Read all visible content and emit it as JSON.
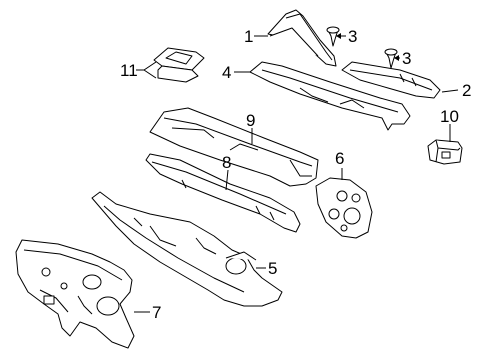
{
  "callouts": {
    "c1": "1",
    "c2": "2",
    "c3a": "3",
    "c3b": "3",
    "c4": "4",
    "c5": "5",
    "c6": "6",
    "c7": "7",
    "c8": "8",
    "c9": "9",
    "c10": "10",
    "c11": "11"
  },
  "colors": {
    "stroke": "#000000",
    "fill": "#ffffff",
    "shade": "#d9d9d9"
  }
}
